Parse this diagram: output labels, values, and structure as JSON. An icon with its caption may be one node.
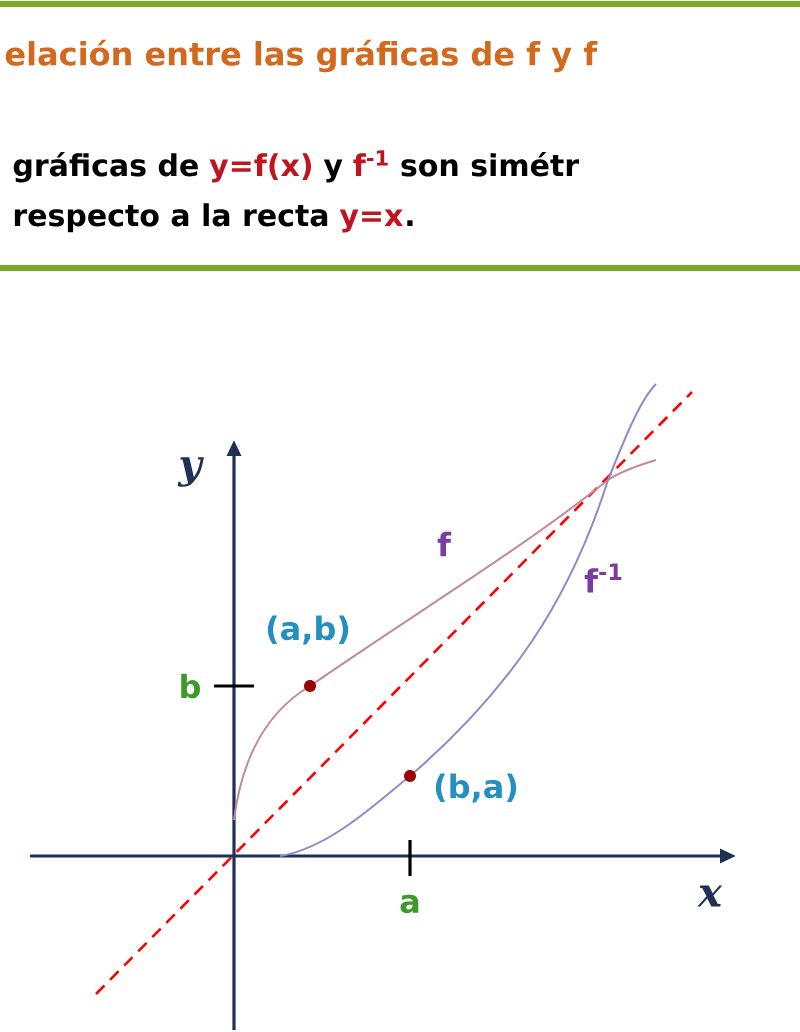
{
  "diagram": {
    "title": "elación entre las gráficas de f y f",
    "labels": [
      "gráficas de",
      "y=f(x)",
      "y",
      "f$^{-1}$",
      "son simétr",
      "respecto a la recta",
      "y=x",
      ".",
      "y",
      "x",
      "f",
      "f$^{-1}$",
      "(a,b)",
      "(b,a)",
      "b",
      "a"
    ]
  }
}
